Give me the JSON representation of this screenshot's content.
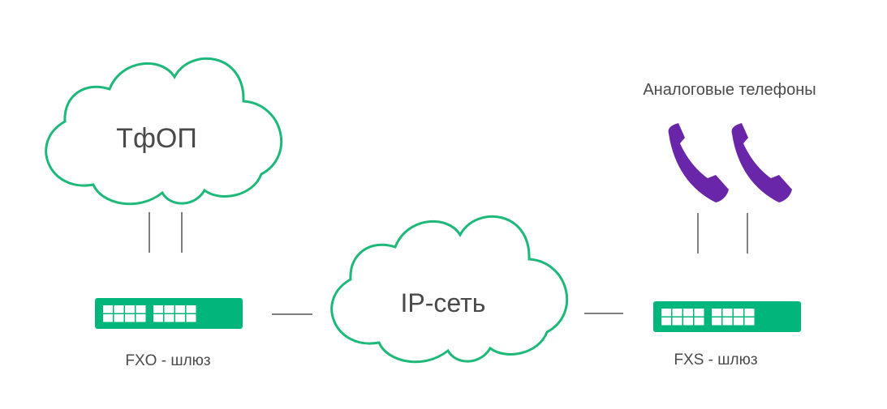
{
  "labels": {
    "pstn": "ТфОП",
    "ip_network": "IP-сеть",
    "analog_phones": "Аналоговые телефоны",
    "fxo_gateway": "FXO - шлюз",
    "fxs_gateway": "FXS - шлюз"
  },
  "colors": {
    "cloud_stroke": "#1db87a",
    "gateway": "#00b67a",
    "phone": "#6a26a8",
    "line": "#555555"
  }
}
